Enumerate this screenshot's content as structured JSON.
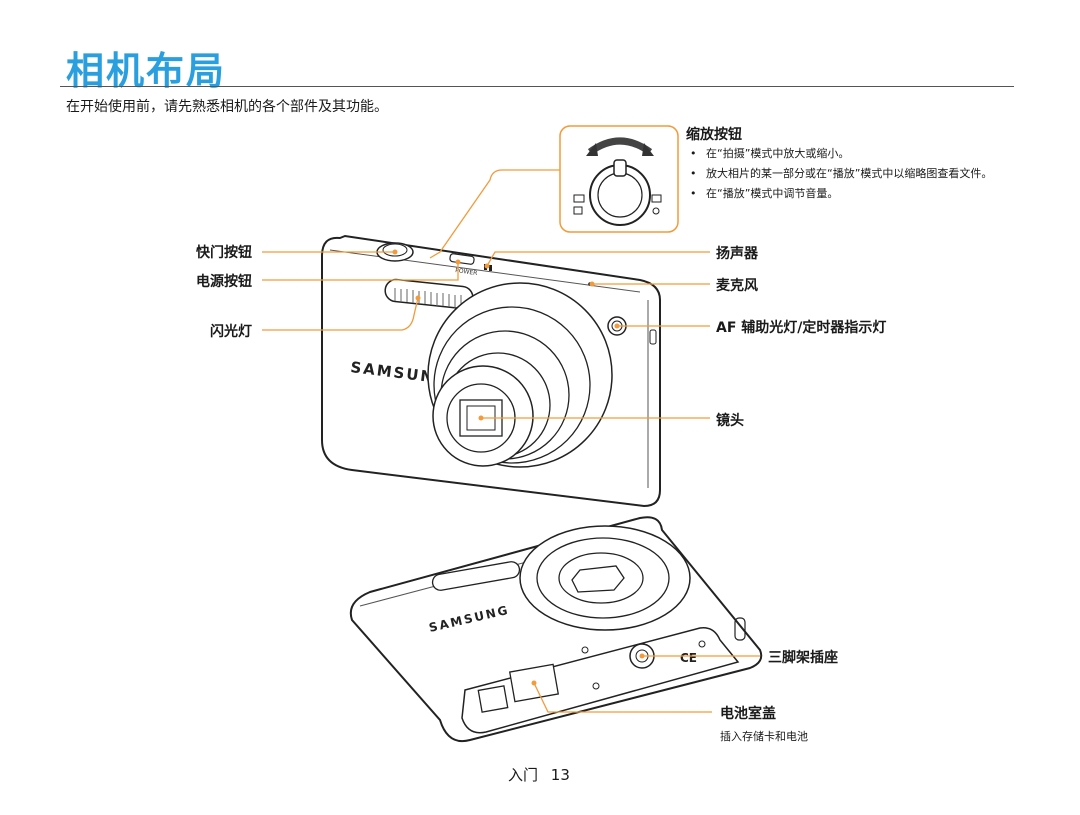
{
  "page": {
    "title": "相机布局",
    "intro": "在开始使用前，请先熟悉相机的各个部件及其功能。",
    "footer_section": "入门",
    "footer_page": "13"
  },
  "callouts": {
    "zoom": {
      "title": "缩放按钮",
      "bullets": [
        "在“拍摄”模式中放大或缩小。",
        "放大相片的某一部分或在“播放”模式中以缩略图查看文件。",
        "在“播放”模式中调节音量。"
      ]
    },
    "shutter": "快门按钮",
    "power": "电源按钮",
    "flash": "闪光灯",
    "speaker": "扬声器",
    "mic": "麦克风",
    "af": "AF 辅助光灯/定时器指示灯",
    "lens": "镜头",
    "tripod": "三脚架插座",
    "battery": {
      "title": "电池室盖",
      "sub": "插入存储卡和电池"
    }
  },
  "camera": {
    "brand": "SAMSUNG",
    "power_label": "POWER"
  },
  "colors": {
    "title": "#2a9fe0",
    "callout_line": "#f39a3b"
  }
}
